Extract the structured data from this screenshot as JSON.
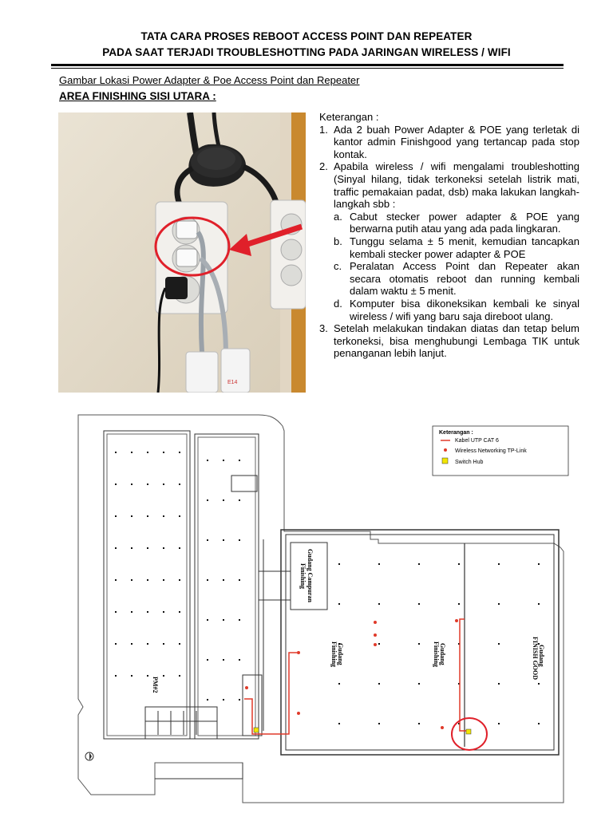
{
  "header": {
    "line1": "TATA CARA PROSES REBOOT ACCESS POINT DAN REPEATER",
    "line2": "PADA SAAT TERJADI TROUBLESHOTTING PADA JARINGAN WIRELESS / WIFI"
  },
  "caption": "Gambar Lokasi Power Adapter & Poe Access Point dan Repeater",
  "area_title": "AREA FINISHING SISI UTARA :",
  "notes": {
    "heading": "Keterangan :",
    "items": [
      {
        "num": "1.",
        "text": "Ada 2 buah Power Adapter & POE yang terletak di kantor admin Finishgood yang tertancap pada stop kontak."
      },
      {
        "num": "2.",
        "text": "Apabila wireless / wifi mengalami troubleshotting (Sinyal hilang, tidak terkoneksi setelah listrik mati, traffic pemakaian padat, dsb) maka lakukan langkah-langkah sbb :"
      },
      {
        "num": "3.",
        "text": "Setelah melakukan tindakan diatas dan tetap belum terkoneksi, bisa menghubungi Lembaga TIK untuk penanganan lebih lanjut."
      }
    ],
    "subitems": [
      {
        "num": "a.",
        "text": "Cabut stecker power adapter & POE yang berwarna putih atau yang ada pada lingkaran."
      },
      {
        "num": "b.",
        "text": "Tunggu selama ± 5 menit, kemudian tancapkan kembali stecker power adapter & POE"
      },
      {
        "num": "c.",
        "text": "Peralatan Access Point dan Repeater akan secara otomatis reboot dan running kembali dalam waktu ± 5 menit."
      },
      {
        "num": "d.",
        "text": "Komputer bisa dikoneksikan kembali ke sinyal wireless / wifi yang baru saja direboot ulang."
      }
    ]
  },
  "photo": {
    "label": "E14"
  },
  "floorplan": {
    "legend": {
      "title": "Keterangan :",
      "items": [
        "Kabel UTP CAT 6",
        "Wireless Networking TP-Link",
        "Switch Hub"
      ]
    },
    "rooms": {
      "campuran_1": "Gudang Campuran",
      "campuran_2": "Finishing",
      "gf1_1": "Gudang",
      "gf1_2": "Finishing",
      "gf2_1": "Gudang",
      "gf2_2": "Finishing",
      "fg_1": "Gudang",
      "fg_2": "FINISH GOOD",
      "pm": "PM#2"
    },
    "colors": {
      "cable": "#e03a2a",
      "switch": "#f2e600",
      "highlight": "#e0202a"
    }
  }
}
